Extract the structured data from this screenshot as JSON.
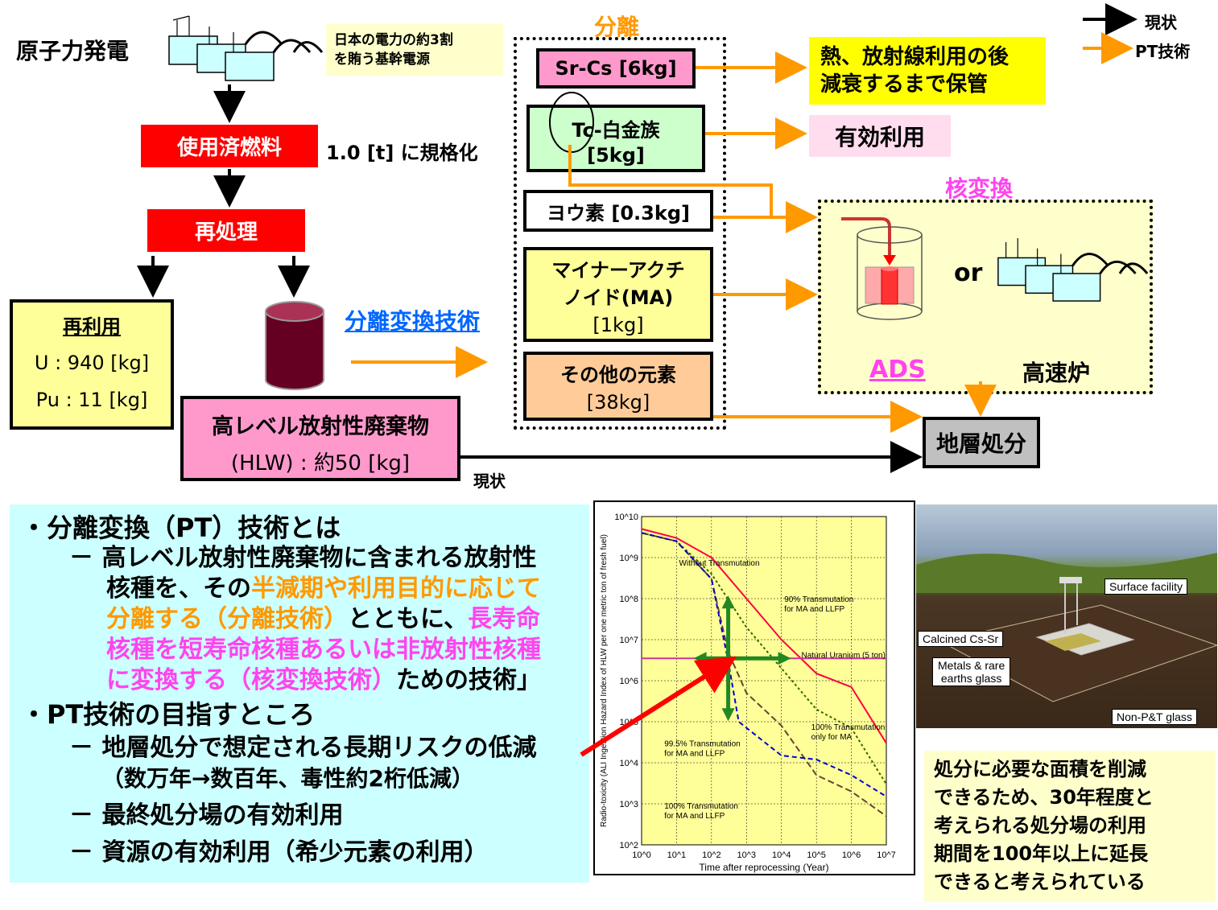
{
  "top_left": {
    "title": "原子力発電",
    "note_line1": "日本の電力の約3割",
    "note_line2": "を賄う基幹電源",
    "spent_fuel": "使用済燃料",
    "normalize": "1.0 [t] に規格化",
    "reprocess": "再処理",
    "reuse_title": "再利用",
    "reuse_u": "U : 940 [kg]",
    "reuse_pu": "Pu : 11 [kg]",
    "hlw_line1": "高レベル放射性廃棄物",
    "hlw_line2": "(HLW) : 約50 [kg]",
    "pt_link": "分離変換技術",
    "current_label": "現状"
  },
  "legend": {
    "current": "現状",
    "pt": "PT技術"
  },
  "separation": {
    "title": "分離",
    "items": [
      {
        "line1": "Sr-Cs [6kg]",
        "line2": ""
      },
      {
        "line1": "Tc-白金族",
        "line2": "[5kg]"
      },
      {
        "line1": "ヨウ素 [0.3kg]",
        "line2": ""
      },
      {
        "line1": "マイナーアクチ",
        "line2": "ノイド(MA)",
        "line3": "[1kg]"
      },
      {
        "line1": "その他の元素",
        "line2": "[38kg]"
      }
    ]
  },
  "destinations": {
    "storage_line1": "熱、放射線利用の後",
    "storage_line2": "減衰するまで保管",
    "effective_use": "有効利用",
    "transmutation_title": "核変換",
    "or": "or",
    "ads": "ADS",
    "fast_reactor": "高速炉",
    "geological": "地層処分"
  },
  "bullets": {
    "b1": "・分離変換（PT）技術とは",
    "b1_s1a": "－ 高レベル放射性廃棄物に含まれる放射性",
    "b1_s1b_plain": "核種を、その",
    "b1_s1b_orange": "半減期や利用目的に応じて",
    "b1_s1c_orange": "分離する（分離技術）",
    "b1_s1c_plain": "とともに、",
    "b1_s1c_magenta": "長寿命",
    "b1_s1d_magenta": "核種を短寿命核種あるいは非放射性核種",
    "b1_s1e_magenta": "に変換する（核変換技術）",
    "b1_s1e_plain": "ための技術」",
    "b2": "・PT技術の目指すところ",
    "b2_s1": "－ 地層処分で想定される長期リスクの低減",
    "b2_s1b": "（数万年→数百年、毒性約2桁低減）",
    "b2_s2": "－ 最終処分場の有効利用",
    "b2_s3": "－ 資源の有効利用（希少元素の利用）"
  },
  "chart_data": {
    "type": "line",
    "xlabel": "Time after reprocessing (Year)",
    "ylabel": "Radio-toxicity (ALI Ingestion Hazard Index of HLW per one metric ton of fresh fuel)",
    "xscale": "log",
    "yscale": "log",
    "xlim": [
      1,
      10000000
    ],
    "ylim": [
      100,
      10000000000
    ],
    "x_ticks": [
      "10^0",
      "10^1",
      "10^2",
      "10^3",
      "10^4",
      "10^5",
      "10^6",
      "10^7"
    ],
    "y_ticks": [
      "10^2",
      "10^3",
      "10^4",
      "10^5",
      "10^6",
      "10^7",
      "10^8",
      "10^9",
      "10^10"
    ],
    "grid": true,
    "annotations": [
      "Without Transmutation",
      "90% Transmutation\nfor MA and LLFP",
      "Natural Uranium (5 ton)",
      "100% Transmutation\nonly for MA",
      "99.5% Transmutation\nfor MA and LLFP",
      "100% Transmutation\nfor MA and LLFP"
    ],
    "series": [
      {
        "name": "Without Transmutation",
        "x": [
          1,
          10,
          100,
          1000,
          10000,
          100000,
          1000000,
          10000000
        ],
        "y": [
          5000000000,
          3000000000,
          1000000000,
          100000000,
          10000000,
          1500000,
          700000,
          30000
        ]
      },
      {
        "name": "90% Transmutation for MA and LLFP",
        "x": [
          1,
          10,
          100,
          1000,
          10000,
          100000,
          1000000,
          10000000
        ],
        "y": [
          4000000000,
          2500000000,
          400000000,
          20000000,
          2000000,
          200000,
          70000,
          3000
        ]
      },
      {
        "name": "Natural Uranium (5 ton)",
        "x": [
          1,
          10000000
        ],
        "y": [
          3500000,
          3500000
        ]
      },
      {
        "name": "100% Transmutation only for MA",
        "x": [
          1,
          10,
          100,
          300,
          1000,
          10000,
          100000,
          1000000,
          10000000
        ],
        "y": [
          4000000000,
          2500000000,
          300000000,
          5000000,
          500000,
          80000,
          5000,
          2000,
          500
        ]
      },
      {
        "name": "99.5% Transmutation for MA and LLFP",
        "x": [
          1,
          10,
          100,
          300,
          600,
          10000,
          100000,
          1000000,
          10000000
        ],
        "y": [
          4000000000,
          2500000000,
          300000000,
          3000000,
          100000,
          15000,
          12000,
          5000,
          1500
        ]
      }
    ]
  },
  "repository_labels": {
    "surface": "Surface facility",
    "calcined": "Calcined Cs-Sr",
    "metals_line1": "Metals & rare",
    "metals_line2": "earths glass",
    "nonpt": "Non-P&T glass"
  },
  "conclusion": {
    "l1": "処分に必要な面積を削減",
    "l2": "できるため、30年程度と",
    "l3": "考えられる処分場の利用",
    "l4": "期間を100年以上に延長",
    "l5": "できると考えられている"
  },
  "colors": {
    "red": "#ff0000",
    "orange": "#ff9900",
    "pink": "#ff99cc",
    "yellow_light": "#ffff99",
    "cream": "#ffffcc",
    "green_light": "#ccffcc",
    "peach": "#ffcc99",
    "gray": "#c0c0c0",
    "cyan_panel": "#ccffff"
  }
}
